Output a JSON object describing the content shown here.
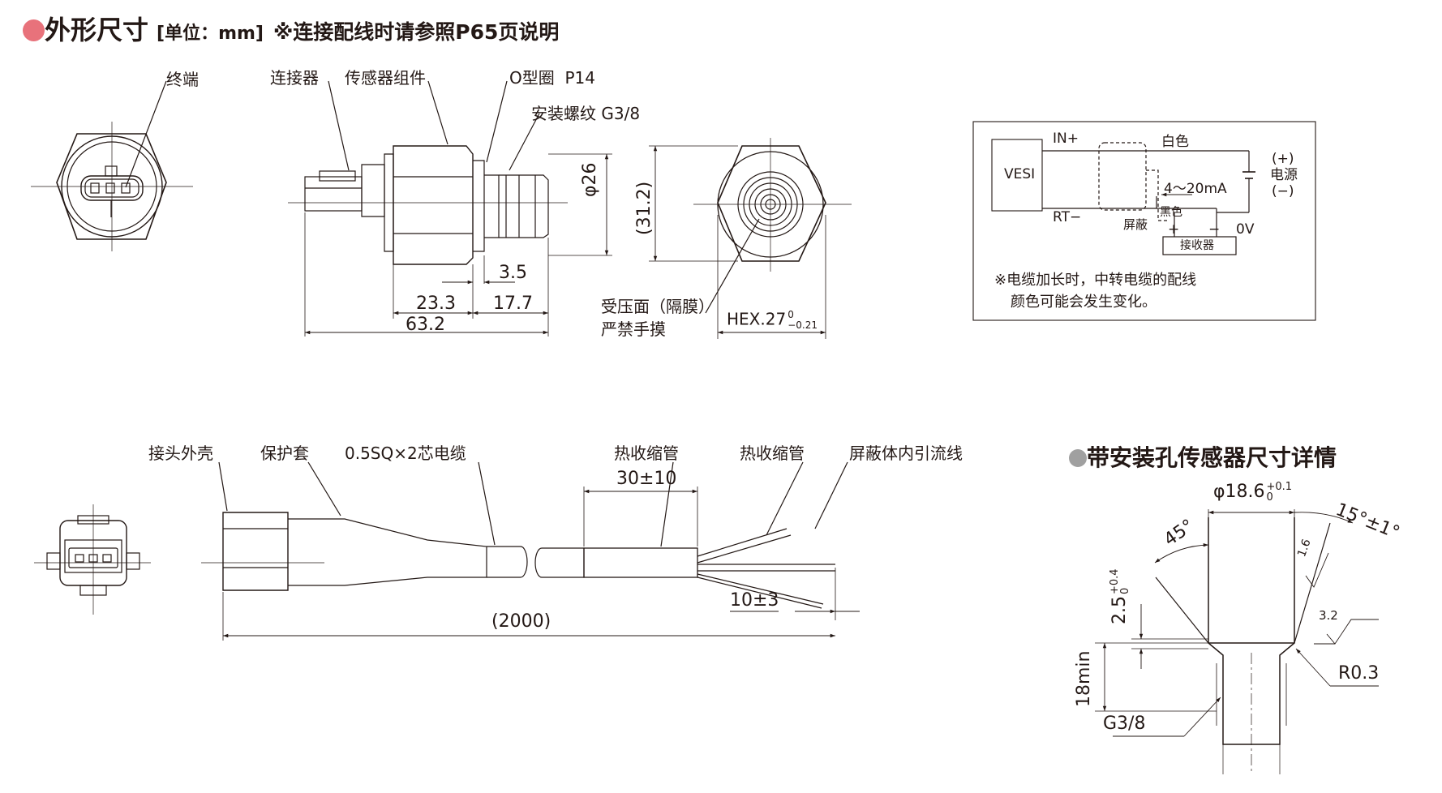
{
  "header": {
    "title": "外形尺寸",
    "unit": "[单位：mm]",
    "note": "※连接配线时请参照P65页说明",
    "dot_color": "#e8727b"
  },
  "sensor_view": {
    "terminal_label": "终端",
    "connector_label": "连接器",
    "sensor_assembly_label": "传感器组件",
    "oring_label": "O型圈",
    "oring_value": "P14",
    "thread_label": "安装螺纹 G3/8",
    "dia26": "φ26",
    "dim_31_2": "(31.2)",
    "dim_3_5": "3.5",
    "dim_23_3": "23.3",
    "dim_17_7": "17.7",
    "dim_63_2": "63.2",
    "diaphragm_label": "受压面（隔膜）",
    "no_touch_label": "严禁手摸",
    "hex_label": "HEX.27",
    "hex_tol_upper": "0",
    "hex_tol_lower": "−0.21"
  },
  "wiring": {
    "vesi": "VESI",
    "in_plus": "IN+",
    "rt_minus": "RT−",
    "white": "白色",
    "black": "黑色",
    "shield": "屏蔽",
    "current": "4～20mA",
    "plus_sign": "(+)",
    "power": "电源",
    "minus_sign": "(−)",
    "zero_v": "0V",
    "rx_plus": "+",
    "rx_minus": "−",
    "receiver": "接收器",
    "note_line1": "※电缆加长时，中转电缆的配线",
    "note_line2": "颜色可能会发生变化。"
  },
  "cable_view": {
    "housing_label": "接头外壳",
    "sleeve_label": "保护套",
    "cable_label": "0.5SQ×2芯电缆",
    "shrink1_label": "热收缩管",
    "shrink2_label": "热收缩管",
    "drain_label": "屏蔽体内引流线",
    "dim_30": "30±10",
    "dim_10": "10±3",
    "dim_2000": "(2000)"
  },
  "port_detail": {
    "title": "带安装孔传感器尺寸详情",
    "dot_color": "#a0a0a0",
    "dia_label": "φ18.6",
    "dia_tol_upper": "+0.1",
    "dia_tol_lower": "0",
    "angle45": "45°",
    "angle15": "15°±1°",
    "rough16": "1.6",
    "rough32": "3.2",
    "depth25": "2.5",
    "depth25_tol_upper": "+0.4",
    "depth25_tol_lower": "0",
    "min18": "18min",
    "r03": "R0.3",
    "g38": "G3/8"
  }
}
